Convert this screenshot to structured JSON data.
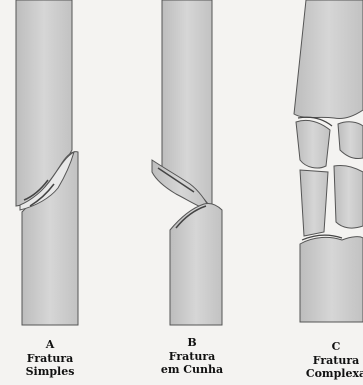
{
  "panels": [
    {
      "letter": "A",
      "line1": "Fratura",
      "line2": "Simples"
    },
    {
      "letter": "B",
      "line1": "Fratura",
      "line2": "em Cunha"
    },
    {
      "letter": "C",
      "line1": "Fratura",
      "line2": "Complexa"
    }
  ],
  "colors": {
    "bone_fill": "#cfcfcf",
    "bone_shade": "#b8b8b8",
    "outline": "#555555",
    "background": "#f4f3f1"
  }
}
